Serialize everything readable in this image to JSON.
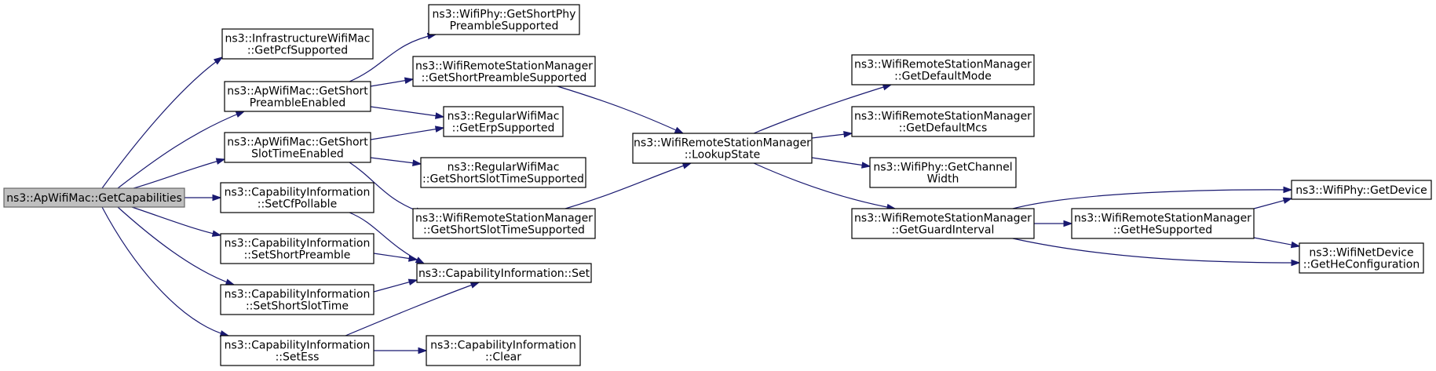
{
  "graph": {
    "colors": {
      "edge": "#191970",
      "node_border": "#000000",
      "root_fill": "#bfbfbf",
      "background": "#ffffff"
    },
    "nodes": {
      "getcapabilities": {
        "lines": [
          "ns3::ApWifiMac::GetCapabilities"
        ],
        "root": true
      },
      "getpcfsupported": {
        "lines": [
          "ns3::InfrastructureWifiMac",
          "::GetPcfSupported"
        ]
      },
      "apgetshortpreambleenabled": {
        "lines": [
          "ns3::ApWifiMac::GetShort",
          "PreambleEnabled"
        ]
      },
      "apgetshortslottimeenabled": {
        "lines": [
          "ns3::ApWifiMac::GetShort",
          "SlotTimeEnabled"
        ]
      },
      "setcfpollable": {
        "lines": [
          "ns3::CapabilityInformation",
          "::SetCfPollable"
        ]
      },
      "setshortpreamble": {
        "lines": [
          "ns3::CapabilityInformation",
          "::SetShortPreamble"
        ]
      },
      "setshortslottime": {
        "lines": [
          "ns3::CapabilityInformation",
          "::SetShortSlotTime"
        ]
      },
      "setess": {
        "lines": [
          "ns3::CapabilityInformation",
          "::SetEss"
        ]
      },
      "phygetshortphypreamblesupported": {
        "lines": [
          "ns3::WifiPhy::GetShortPhy",
          "PreambleSupported"
        ]
      },
      "rsmgetshortpreamblesupported": {
        "lines": [
          "ns3::WifiRemoteStationManager",
          "::GetShortPreambleSupported"
        ]
      },
      "geterpsupported": {
        "lines": [
          "ns3::RegularWifiMac",
          "::GetErpSupported"
        ]
      },
      "rwmgetshortslottimesupported": {
        "lines": [
          "ns3::RegularWifiMac",
          "::GetShortSlotTimeSupported"
        ]
      },
      "rsmgetshortslottimesupported": {
        "lines": [
          "ns3::WifiRemoteStationManager",
          "::GetShortSlotTimeSupported"
        ]
      },
      "capset": {
        "lines": [
          "ns3::CapabilityInformation::Set"
        ]
      },
      "capclear": {
        "lines": [
          "ns3::CapabilityInformation",
          "::Clear"
        ]
      },
      "lookupstate": {
        "lines": [
          "ns3::WifiRemoteStationManager",
          "::LookupState"
        ]
      },
      "getdefaultmode": {
        "lines": [
          "ns3::WifiRemoteStationManager",
          "::GetDefaultMode"
        ]
      },
      "getdefaultmcs": {
        "lines": [
          "ns3::WifiRemoteStationManager",
          "::GetDefaultMcs"
        ]
      },
      "getchannelwidth": {
        "lines": [
          "ns3::WifiPhy::GetChannel",
          "Width"
        ]
      },
      "getguardinterval": {
        "lines": [
          "ns3::WifiRemoteStationManager",
          "::GetGuardInterval"
        ]
      },
      "gethesupported": {
        "lines": [
          "ns3::WifiRemoteStationManager",
          "::GetHeSupported"
        ]
      },
      "getdevice": {
        "lines": [
          "ns3::WifiPhy::GetDevice"
        ]
      },
      "getheconfiguration": {
        "lines": [
          "ns3::WifiNetDevice",
          "::GetHeConfiguration"
        ]
      }
    },
    "edges": [
      [
        "getcapabilities",
        "getpcfsupported"
      ],
      [
        "getcapabilities",
        "apgetshortpreambleenabled"
      ],
      [
        "getcapabilities",
        "apgetshortslottimeenabled"
      ],
      [
        "getcapabilities",
        "setcfpollable"
      ],
      [
        "getcapabilities",
        "setshortpreamble"
      ],
      [
        "getcapabilities",
        "setshortslottime"
      ],
      [
        "getcapabilities",
        "setess"
      ],
      [
        "apgetshortpreambleenabled",
        "phygetshortphypreamblesupported"
      ],
      [
        "apgetshortpreambleenabled",
        "rsmgetshortpreamblesupported"
      ],
      [
        "apgetshortpreambleenabled",
        "geterpsupported"
      ],
      [
        "apgetshortslottimeenabled",
        "geterpsupported"
      ],
      [
        "apgetshortslottimeenabled",
        "rwmgetshortslottimesupported"
      ],
      [
        "apgetshortslottimeenabled",
        "rsmgetshortslottimesupported"
      ],
      [
        "setcfpollable",
        "capset"
      ],
      [
        "setshortpreamble",
        "capset"
      ],
      [
        "setshortslottime",
        "capset"
      ],
      [
        "setess",
        "capset"
      ],
      [
        "setess",
        "capclear"
      ],
      [
        "rsmgetshortpreamblesupported",
        "lookupstate"
      ],
      [
        "rsmgetshortslottimesupported",
        "lookupstate"
      ],
      [
        "lookupstate",
        "getdefaultmode"
      ],
      [
        "lookupstate",
        "getdefaultmcs"
      ],
      [
        "lookupstate",
        "getchannelwidth"
      ],
      [
        "lookupstate",
        "getguardinterval"
      ],
      [
        "getguardinterval",
        "gethesupported"
      ],
      [
        "getguardinterval",
        "getdevice"
      ],
      [
        "getguardinterval",
        "getheconfiguration"
      ],
      [
        "gethesupported",
        "getdevice"
      ],
      [
        "gethesupported",
        "getheconfiguration"
      ]
    ]
  }
}
